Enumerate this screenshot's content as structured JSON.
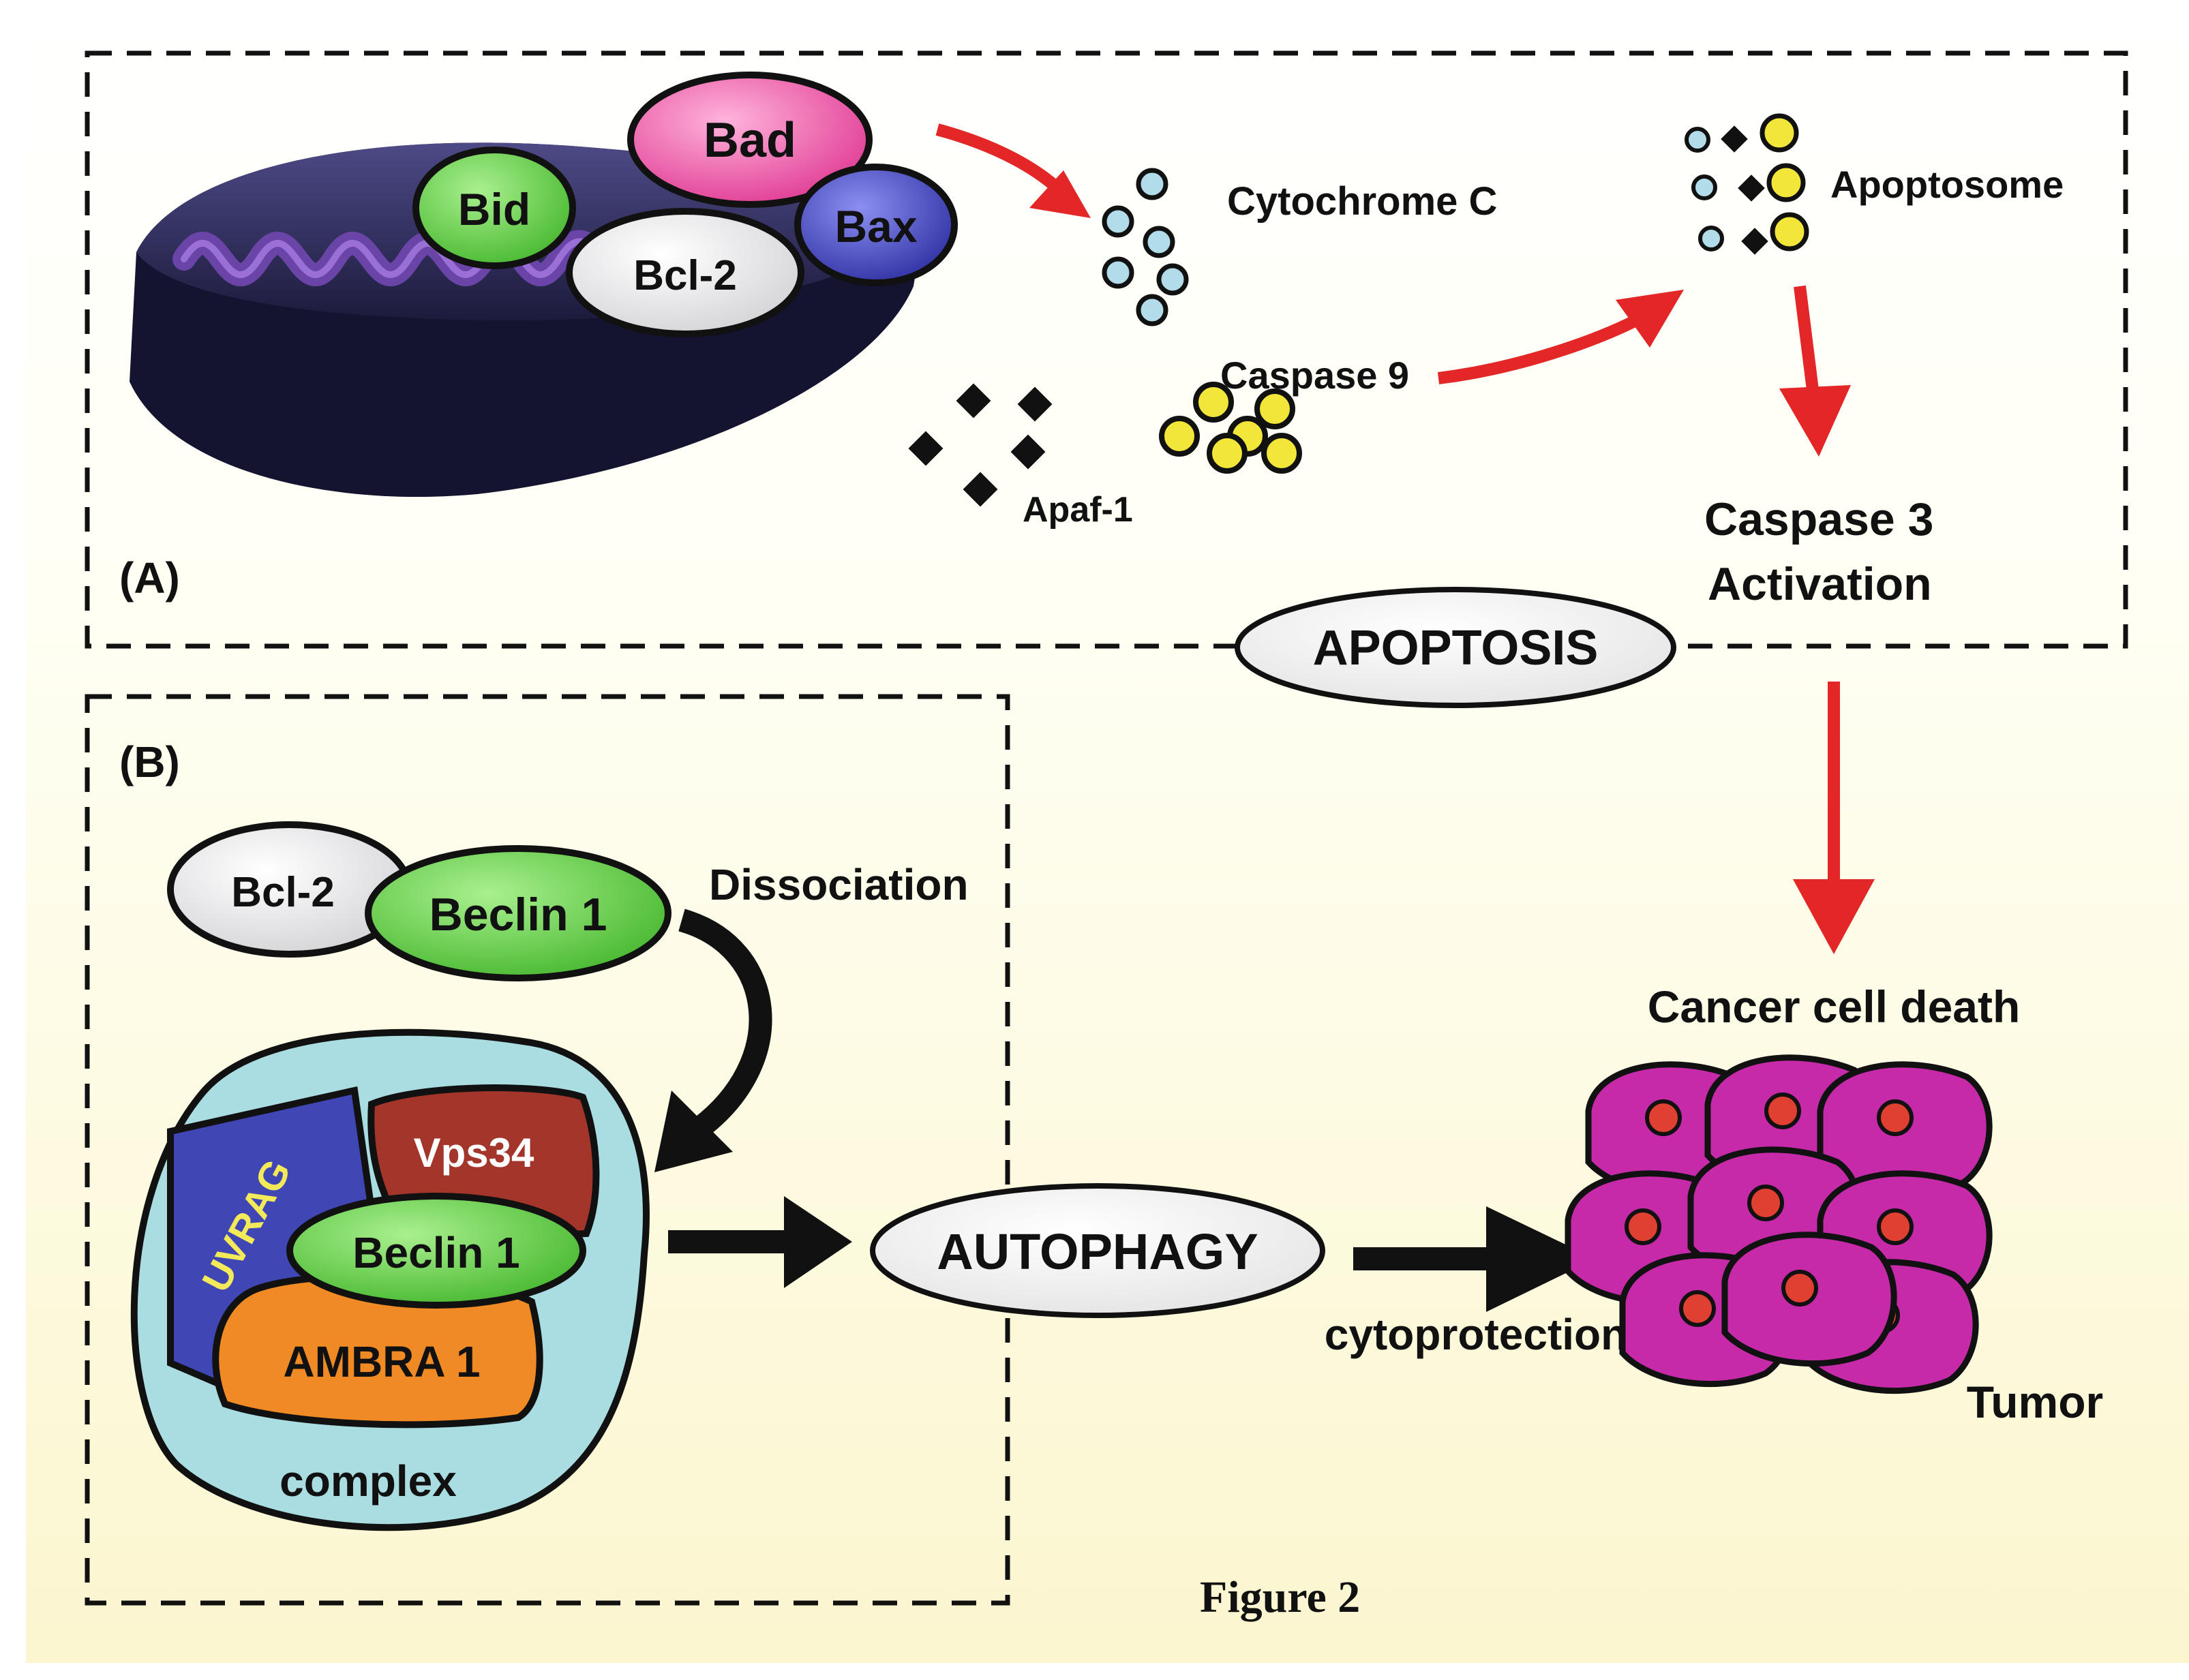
{
  "panels": {
    "a_label": "(A)",
    "b_label": "(B)"
  },
  "proteins": {
    "bad": "Bad",
    "bid": "Bid",
    "bax": "Bax",
    "bcl2_a": "Bcl-2",
    "bcl2_b": "Bcl-2",
    "beclin1_free": "Beclin 1",
    "beclin1_complex": "Beclin 1",
    "vps34": "Vps34",
    "uvrag": "UVRAG",
    "ambra1": "AMBRA 1"
  },
  "labels": {
    "cytochrome_c": "Cytochrome C",
    "apoptosome": "Apoptosome",
    "caspase9": "Caspase 9",
    "apaf1": "Apaf-1",
    "caspase3_line1": "Caspase 3",
    "caspase3_line2": "Activation",
    "apoptosis": "APOPTOSIS",
    "dissociation": "Dissociation",
    "complex": "complex",
    "autophagy": "AUTOPHAGY",
    "cytoprotection": "cytoprotection",
    "cancer_cell_death": "Cancer cell death",
    "tumor": "Tumor",
    "figure_caption": "Figure 2"
  },
  "colors": {
    "background_top": "#ffffff",
    "background_bottom": "#fbf7d2",
    "red_arrow": "#e32626",
    "black_arrow": "#111111",
    "bad_pink": "#e8489a",
    "bid_green": "#58c23e",
    "bax_blue": "#3d3fb0",
    "bcl2_gray": "#e8e8ea",
    "beclin_green": "#58c23e",
    "vps34_red": "#a3352b",
    "uvrag_blue": "#4046b3",
    "ambra_orange": "#f08a24",
    "complex_cyan": "#a9dde2",
    "mito_outer": "#2b2a55",
    "mito_inner": "#5a3a8e",
    "cytochrome_blue": "#a8d8e6",
    "caspase_yellow": "#f2e63a",
    "tumor_magenta": "#c62aa8",
    "nucleus_red": "#e04032"
  }
}
